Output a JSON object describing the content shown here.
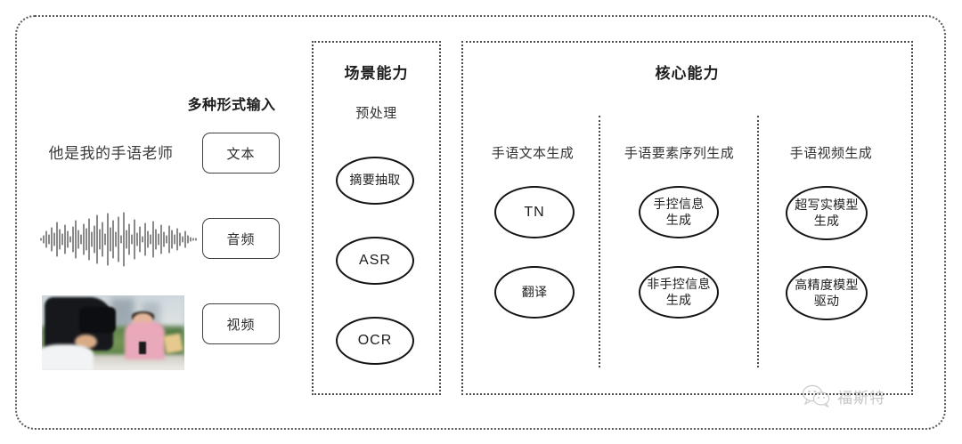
{
  "input_section": {
    "heading": "多种形式输入",
    "sample_text": "他是我的手语老师",
    "waveform_icon": "audio-waveform",
    "video_icon": "video-thumbnail",
    "buttons": [
      {
        "label": "文本",
        "name": "text"
      },
      {
        "label": "音频",
        "name": "audio"
      },
      {
        "label": "视频",
        "name": "video"
      }
    ]
  },
  "scene_panel": {
    "title": "场景能力",
    "subtitle": "预处理",
    "nodes": [
      {
        "label": "摘要抽取",
        "latin": false
      },
      {
        "label": "ASR",
        "latin": true
      },
      {
        "label": "OCR",
        "latin": true
      }
    ]
  },
  "core_panel": {
    "title": "核心能力",
    "columns": [
      {
        "header": "手语文本生成",
        "nodes": [
          {
            "label": "TN",
            "latin": true
          },
          {
            "label": "翻译",
            "latin": false
          }
        ]
      },
      {
        "header": "手语要素序列生成",
        "nodes": [
          {
            "label": "手控信息\n生成",
            "latin": false
          },
          {
            "label": "非手控信息\n生成",
            "latin": false
          }
        ]
      },
      {
        "header": "手语视频生成",
        "nodes": [
          {
            "label": "超写实模型\n生成",
            "latin": false
          },
          {
            "label": "高精度模型\n驱动",
            "latin": false
          }
        ]
      }
    ]
  },
  "watermark": {
    "icon": "wechat-icon",
    "text": "福斯特"
  },
  "colors": {
    "frame": "#585858",
    "panel_border": "#4a4a4a",
    "node_border": "#141414",
    "text": "#2b2b2b",
    "background": "#ffffff"
  }
}
